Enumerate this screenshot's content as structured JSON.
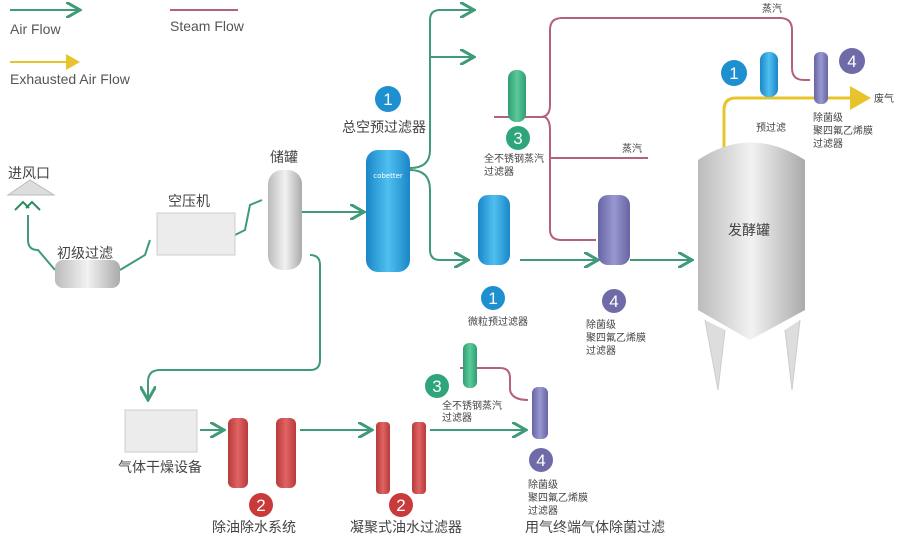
{
  "legend": {
    "air_flow": "Air Flow",
    "steam_flow": "Steam Flow",
    "exhausted_air_flow": "Exhausted Air Flow"
  },
  "colors": {
    "air": "#3f9a78",
    "steam": "#b4607f",
    "exhaust": "#e8c42c",
    "badge_blue": "#1e8fcf",
    "badge_green": "#2ea57a",
    "badge_purple": "#6e6ba8",
    "badge_red": "#c93b3b"
  },
  "labels": {
    "air_inlet": "进风口",
    "primary_filter": "初级过滤",
    "compressor": "空压机",
    "storage_tank": "储罐",
    "main_prefilter": "总空预过滤器",
    "steam_top": "蒸汽",
    "steam_mid": "蒸汽",
    "steam_filter_top": [
      "全不锈钢蒸汽",
      "过滤器"
    ],
    "particle_prefilter": "微粒预过滤器",
    "sterile_filter_mid": [
      "除菌级",
      "聚四氟乙烯膜",
      "过滤器"
    ],
    "fermenter": "发酵罐",
    "prefilter_exhaust": "预过滤",
    "sterile_filter_exhaust": [
      "除菌级",
      "聚四氟乙烯膜",
      "过滤器"
    ],
    "waste_gas": "废气",
    "dryer": "气体干燥设备",
    "oil_water_removal": "除油除水系统",
    "coalescing_filter": "凝聚式油水过滤器",
    "steam_filter_bottom": [
      "全不锈钢蒸汽",
      "过滤器"
    ],
    "sterile_filter_bottom": [
      "除菌级",
      "聚四氟乙烯膜",
      "过滤器"
    ],
    "point_of_use": "用气终端气体除菌过滤"
  },
  "badges": {
    "one": "1",
    "two": "2",
    "three": "3",
    "four": "4"
  },
  "brand": "cobetter"
}
